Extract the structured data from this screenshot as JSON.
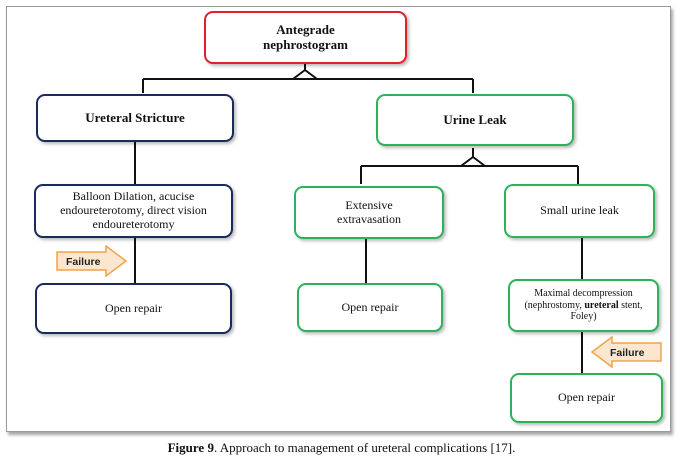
{
  "nodes": {
    "root": "Antegrade nephrostogram",
    "stricture": "Ureteral Stricture",
    "leak": "Urine Leak",
    "balloon": "Balloon Dilation, acucise endoureterotomy, direct vision endoureterotomy",
    "open_left": "Open repair",
    "extensive": "Extensive extravasation",
    "open_mid": "Open repair",
    "small_leak": "Small urine leak",
    "maximal_a": "Maximal decompression (nephrostomy, ",
    "maximal_b": "ureteral",
    "maximal_c": " stent, Foley)",
    "open_right": "Open repair"
  },
  "arrows": {
    "failure_left": "Failure",
    "failure_right": "Failure"
  },
  "colors": {
    "red": "#e0202a",
    "navy": "#1b2a5c",
    "green": "#2cb35a",
    "arrow_fill": "#fbe6cf",
    "arrow_stroke": "#f0a24a"
  },
  "caption": {
    "label": "Figure 9",
    "text": ". Approach to management of ureteral complications [17]."
  }
}
